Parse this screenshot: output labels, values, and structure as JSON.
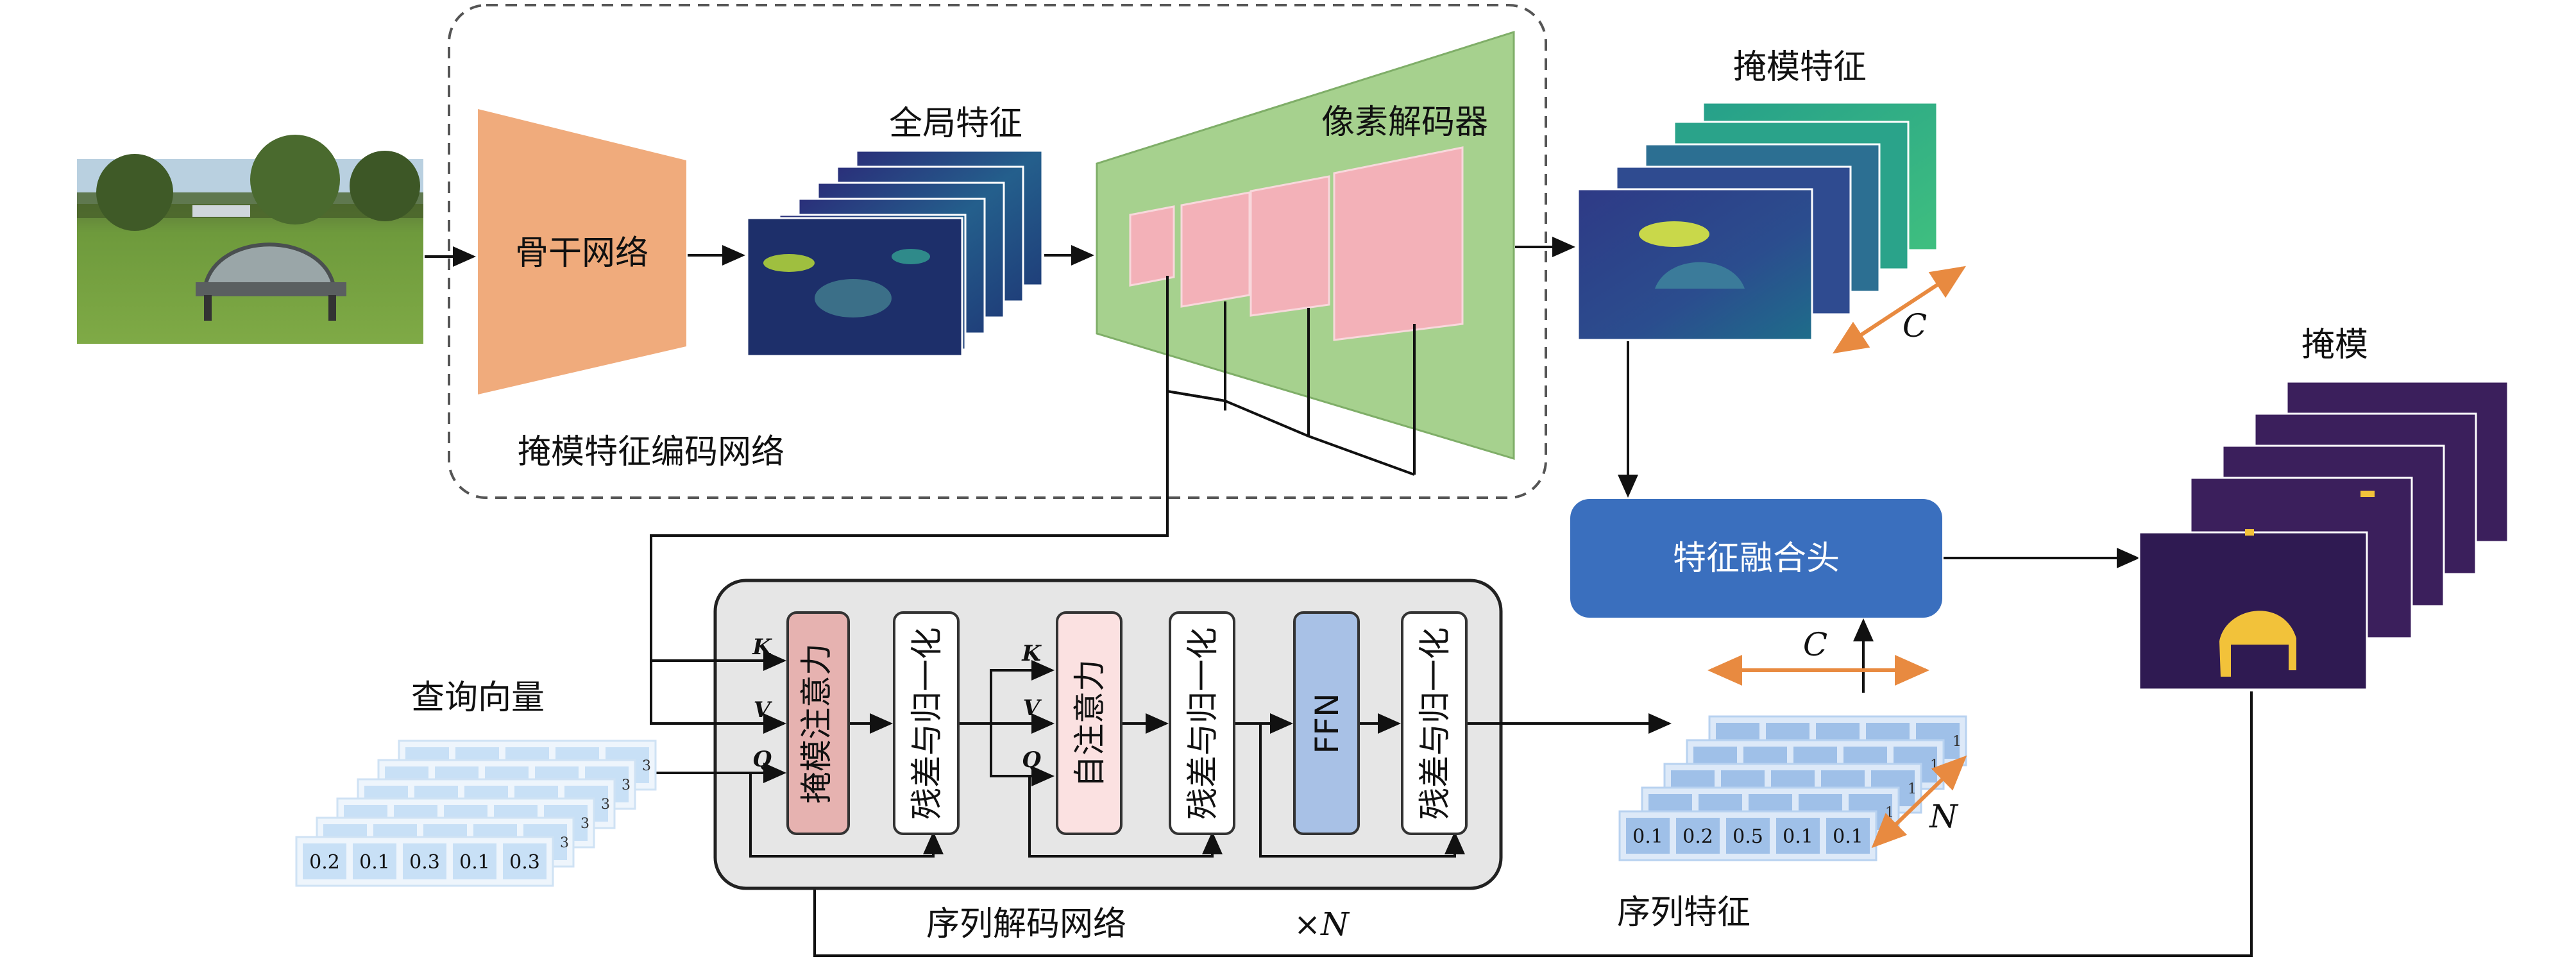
{
  "labels": {
    "backbone": "骨干网络",
    "global_features": "全局特征",
    "pixel_decoder": "像素解码器",
    "mask_feature_encoder": "掩模特征编码网络",
    "mask_features": "掩模特征",
    "masks": "掩模",
    "feature_fusion_head": "特征融合头",
    "query_vectors": "查询向量",
    "sequence_decoder": "序列解码网络",
    "repeat": "×N",
    "sequence_features": "序列特征",
    "mask_attention": "掩模注意力",
    "self_attention": "自注意力",
    "residual_norm": "残差与归一化",
    "ffn": "FFN",
    "dim_c": "C",
    "dim_n": "N",
    "k": "K",
    "v": "V",
    "q": "Q"
  },
  "query_values": [
    "0.2",
    "0.1",
    "0.3",
    "0.1",
    "0.3"
  ],
  "query_back_value": "3",
  "sequence_values": [
    "0.1",
    "0.2",
    "0.5",
    "0.1",
    "0.1"
  ],
  "sequence_back_value": "1",
  "colors": {
    "backbone": "#f0ab7c",
    "pixel_decoder": "#a6d18e",
    "decoder_block": "#f3b1b8",
    "fusion_head": "#3a6fbe",
    "mask_attention": "#e6b2b0",
    "self_attention": "#fbe1e1",
    "ffn": "#a8c1e6",
    "decoder_panel": "#e6e6e6",
    "orange_arrow": "#e88a40",
    "query_cell": "#c8e0f6"
  }
}
